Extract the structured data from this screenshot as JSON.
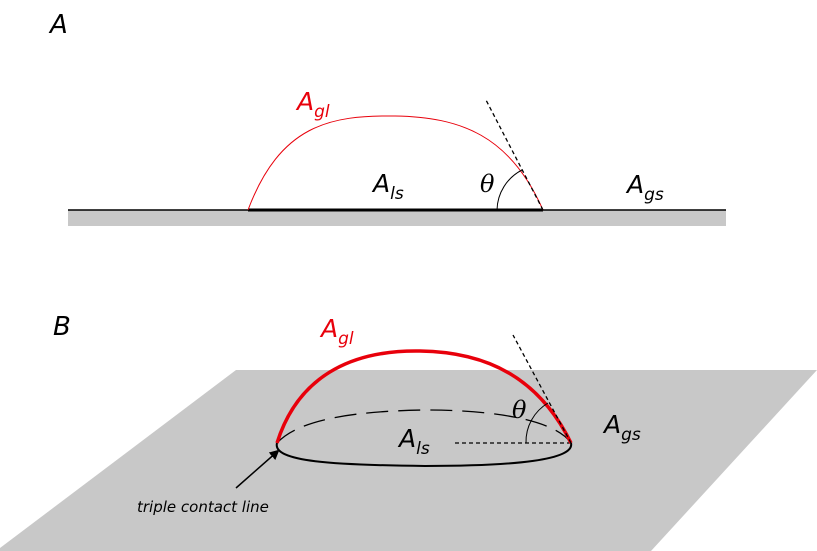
{
  "panel_a": {
    "label": "A",
    "gas_liquid": {
      "main": "A",
      "sub": "gl"
    },
    "liquid_solid": {
      "main": "A",
      "sub": "ls"
    },
    "gas_solid": {
      "main": "A",
      "sub": "gs"
    },
    "angle": "θ"
  },
  "panel_b": {
    "label": "B",
    "gas_liquid": {
      "main": "A",
      "sub": "gl"
    },
    "liquid_solid": {
      "main": "A",
      "sub": "ls"
    },
    "gas_solid": {
      "main": "A",
      "sub": "gs"
    },
    "angle": "θ",
    "contact_line_label": "triple contact line"
  },
  "colors": {
    "interface": "#e8000b",
    "surface_gray": "#c8c8c8",
    "line": "#000000"
  }
}
